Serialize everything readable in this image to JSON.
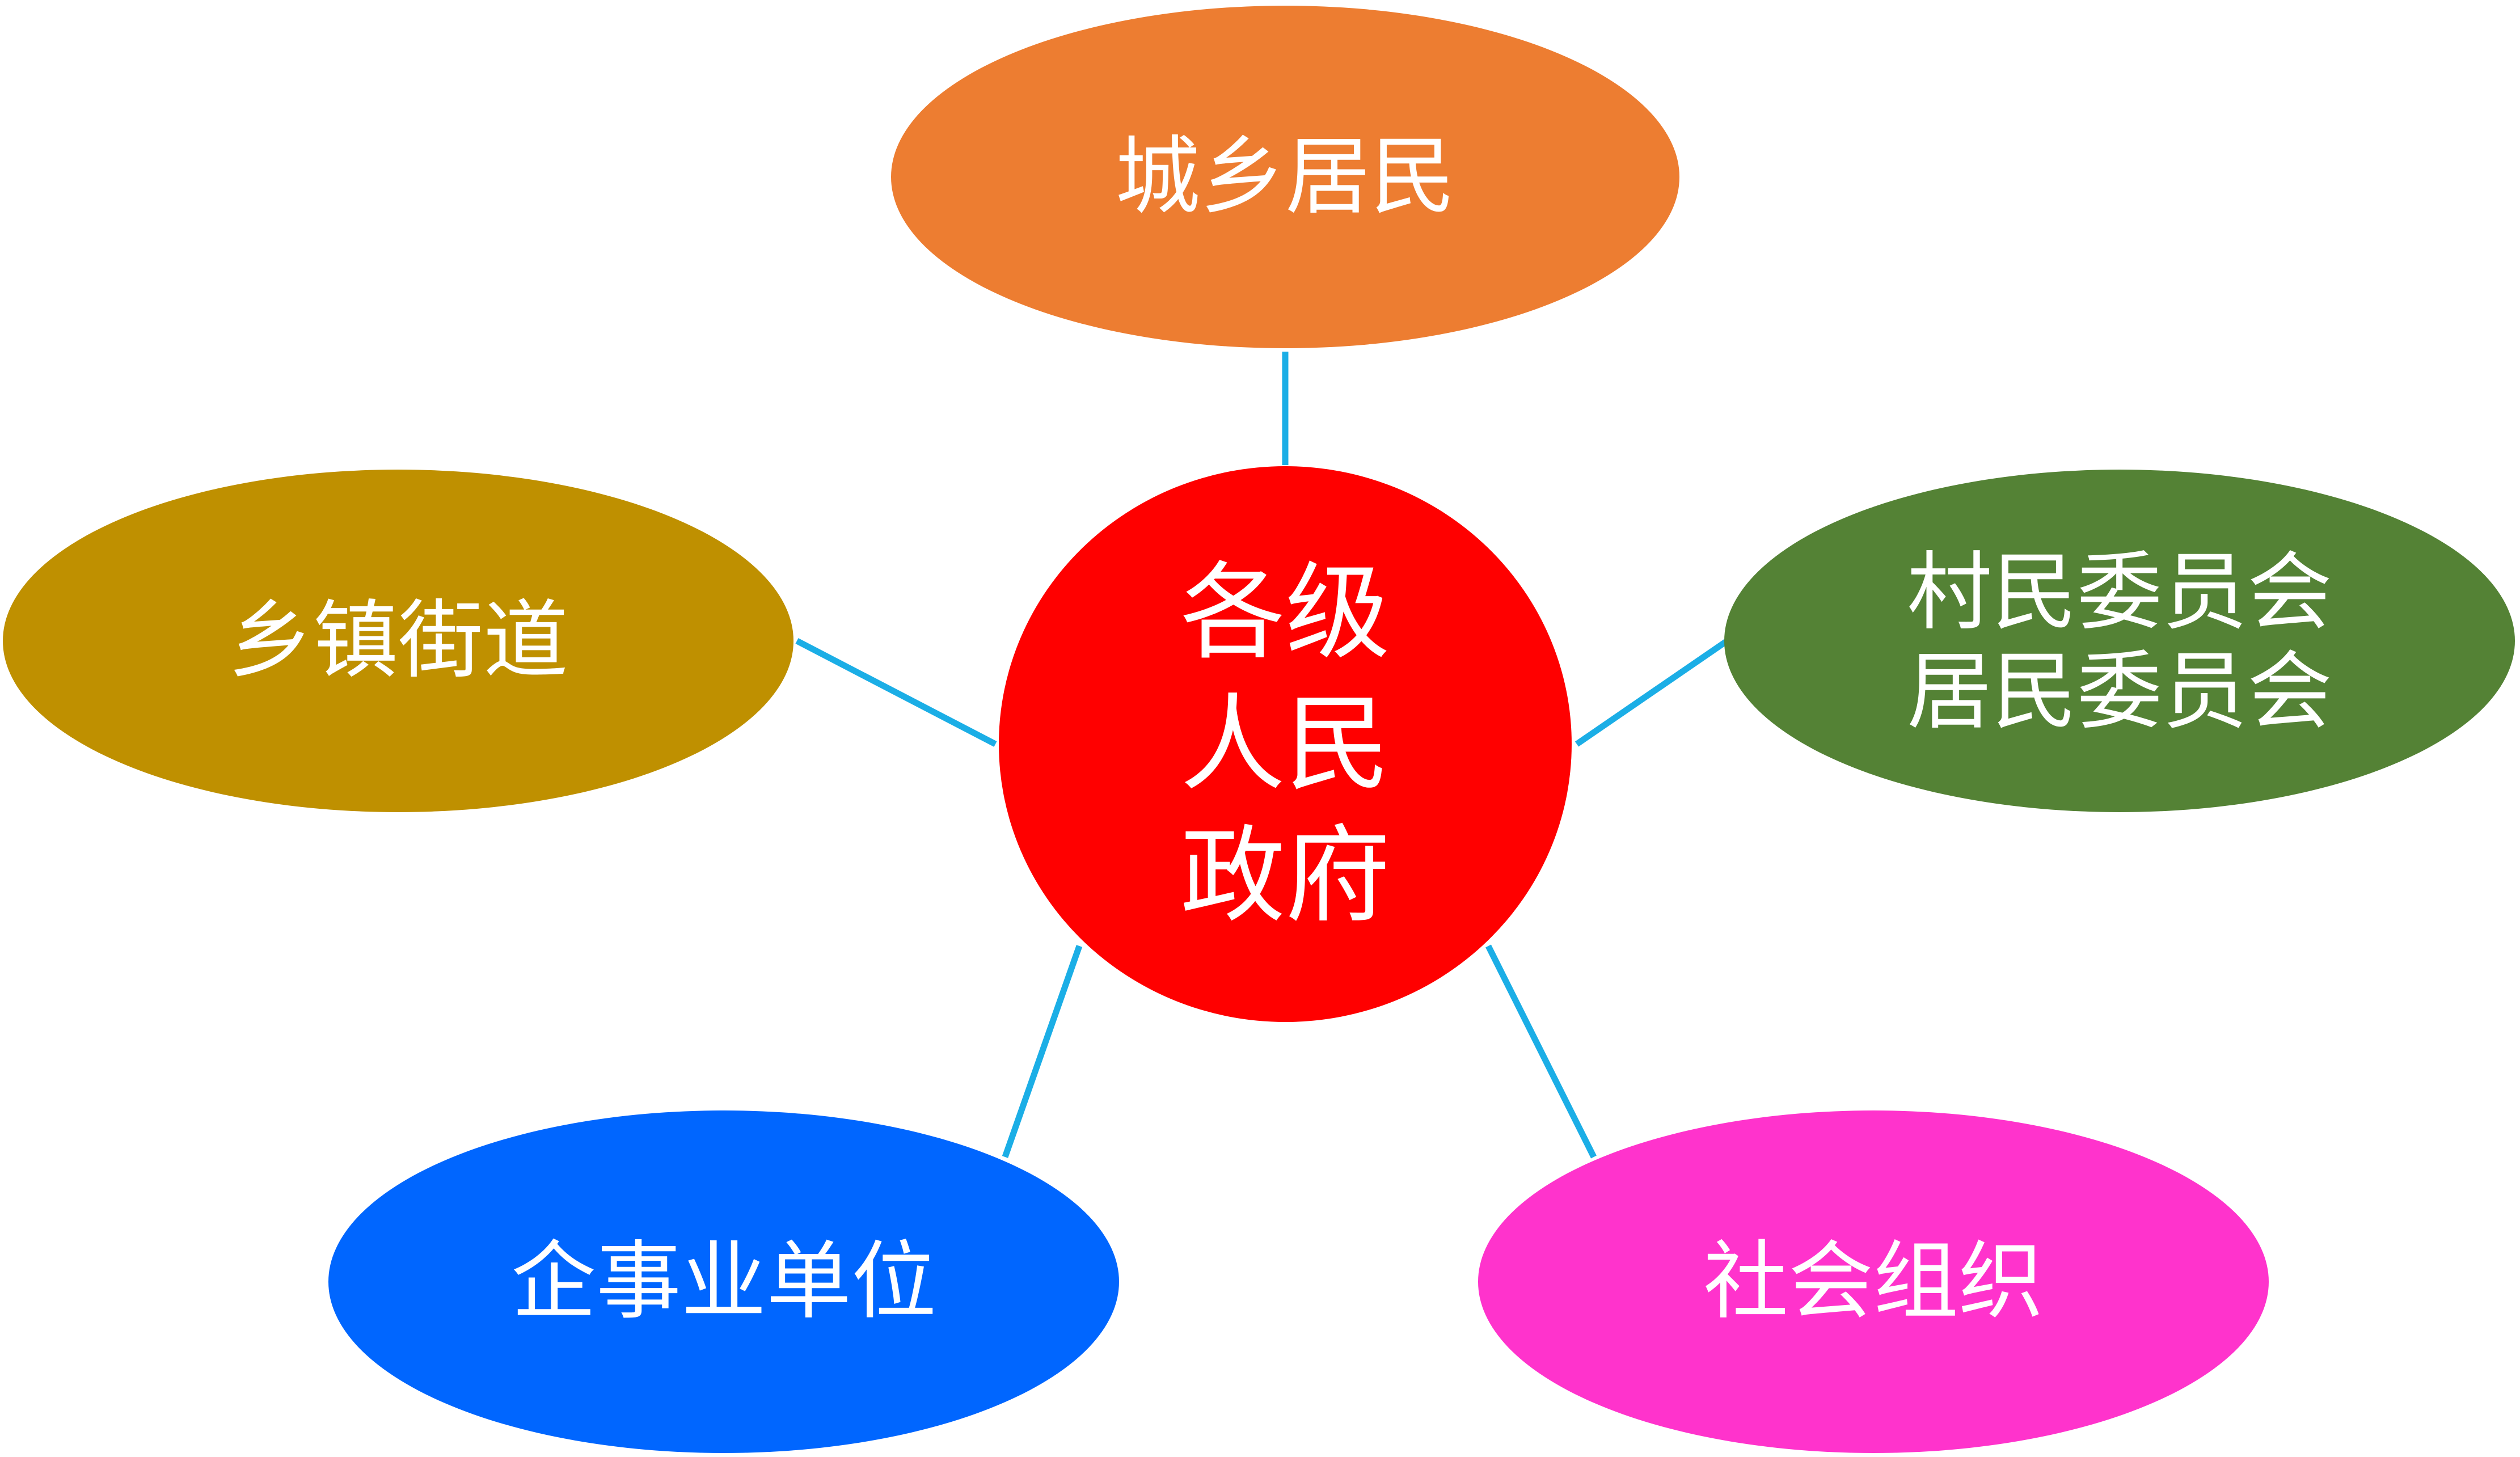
{
  "diagram": {
    "type": "hub-and-spoke",
    "connector_color": "#1BAEE6",
    "center": {
      "lines": [
        "各级",
        "人民",
        "政府"
      ],
      "color": "#FF0000"
    },
    "nodes": [
      {
        "id": "urban-rural-residents",
        "lines": [
          "城乡居民"
        ],
        "color": "#ED7D31"
      },
      {
        "id": "village-residents-committees",
        "lines": [
          "村民委员会",
          "居民委员会"
        ],
        "color": "#548235"
      },
      {
        "id": "social-organizations",
        "lines": [
          "社会组织"
        ],
        "color": "#FF33CC"
      },
      {
        "id": "enterprises-institutions",
        "lines": [
          "企事业单位"
        ],
        "color": "#0066FF"
      },
      {
        "id": "townships-subdistricts",
        "lines": [
          "乡镇街道"
        ],
        "color": "#BF9000"
      }
    ]
  }
}
